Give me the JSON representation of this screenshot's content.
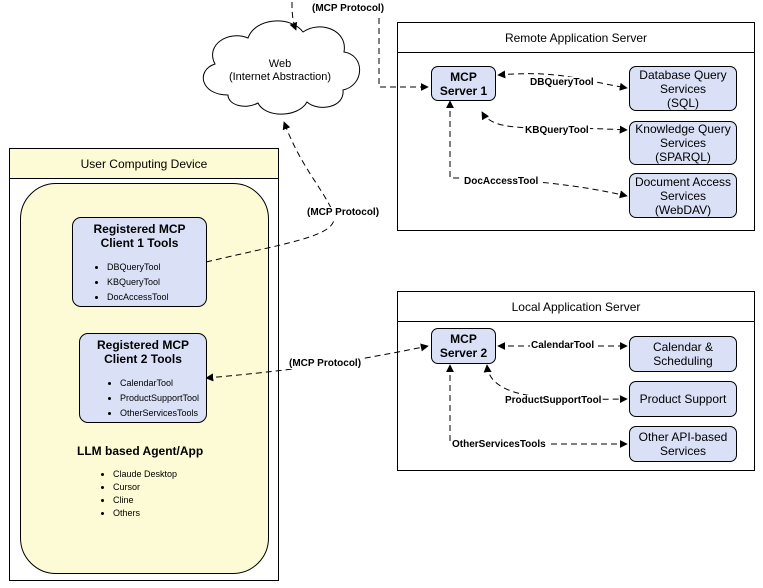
{
  "web": {
    "line1": "Web",
    "line2": "(Internet Abstraction)"
  },
  "remote": {
    "title": "Remote Application Server",
    "server": {
      "line1": "MCP",
      "line2": "Server 1"
    },
    "services": [
      {
        "line1": "Database Query",
        "line2": "Services",
        "line3": "(SQL)"
      },
      {
        "line1": "Knowledge Query",
        "line2": "Services",
        "line3": "(SPARQL)"
      },
      {
        "line1": "Document Access",
        "line2": "Services",
        "line3": "(WebDAV)"
      }
    ],
    "tools": [
      "DBQueryTool",
      "KBQueryTool",
      "DocAccessTool"
    ]
  },
  "local": {
    "title": "Local Application Server",
    "server": {
      "line1": "MCP",
      "line2": "Server 2"
    },
    "services": [
      {
        "line1": "Calendar &",
        "line2": "Scheduling"
      },
      {
        "line1": "Product Support"
      },
      {
        "line1": "Other API-based",
        "line2": "Services"
      }
    ],
    "tools": [
      "CalendarTool",
      "ProductSupportTool",
      "OtherServicesTools"
    ]
  },
  "device": {
    "title": "User Computing Device",
    "client1": {
      "title": "Registered MCP\nClient 1 Tools",
      "items": [
        "DBQueryTool",
        "KBQueryTool",
        "DocAccessTool"
      ]
    },
    "client2": {
      "title": "Registered MCP\nClient 2 Tools",
      "items": [
        "CalendarTool",
        "ProductSupportTool",
        "OtherServicesTools"
      ]
    },
    "agent": {
      "title": "LLM based Agent/App",
      "items": [
        "Claude Desktop",
        "Cursor",
        "Cline",
        "Others"
      ]
    }
  },
  "protocol_labels": [
    "(MCP Protocol)",
    "(MCP Protocol)",
    "(MCP Protocol)"
  ],
  "colors": {
    "container_fill": "#fdfbd5",
    "box_fill": "#dae0f6",
    "line": "#000000"
  }
}
